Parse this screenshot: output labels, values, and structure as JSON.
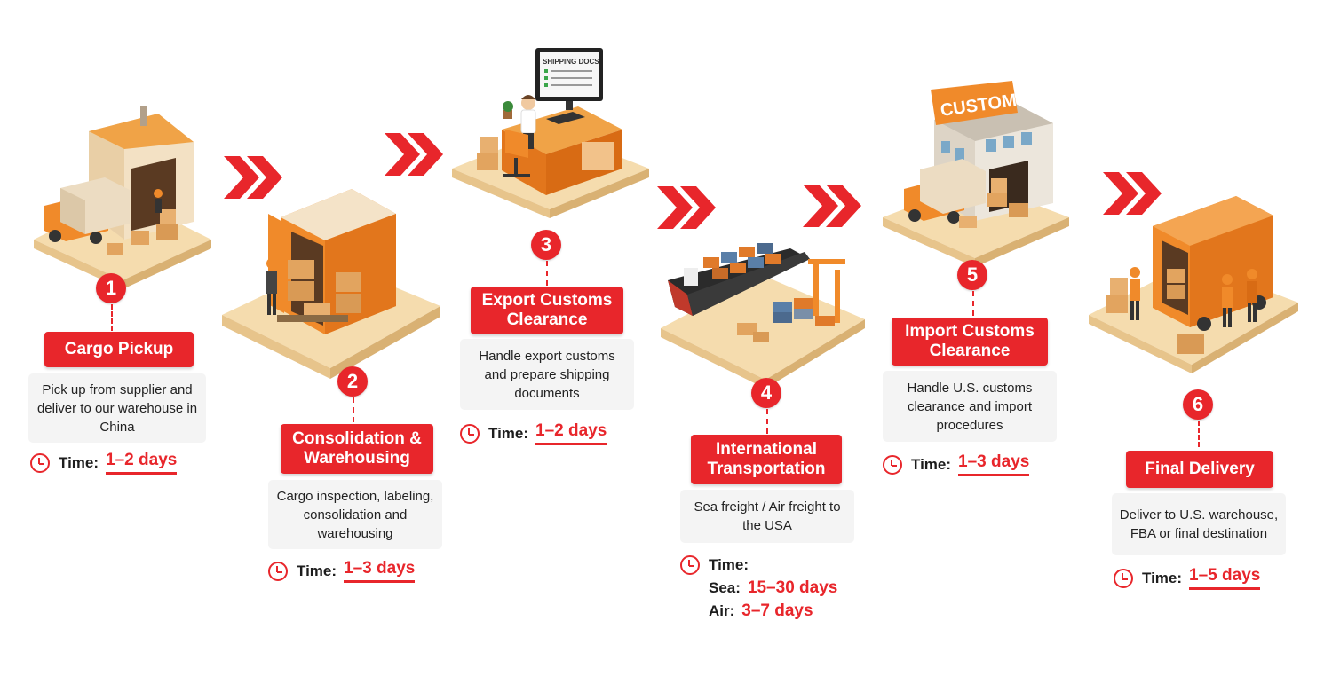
{
  "colors": {
    "accent": "#e8262b",
    "orange": "#f08a2a",
    "sand": "#f4d7a8",
    "desc_bg": "#f4f4f4"
  },
  "time_label": "Time:",
  "steps": [
    {
      "number": "1",
      "title": "Cargo Pickup",
      "description": "Pick up from supplier and deliver to our warehouse in China",
      "time": "1–2 days",
      "illustration": "truck-warehouse-icon"
    },
    {
      "number": "2",
      "title": "Consolidation & Warehousing",
      "description": "Cargo inspection, labeling, consolidation and warehousing",
      "time": "1–3 days",
      "illustration": "container-loading-icon"
    },
    {
      "number": "3",
      "title": "Export Customs Clearance",
      "description": "Handle export customs and prepare shipping documents",
      "time": "1–2 days",
      "illustration": "computer-desk-icon",
      "screen_text": "SHIPPING DOCS"
    },
    {
      "number": "4",
      "title": "International Transportation",
      "description": "Sea freight / Air freight to the USA",
      "time_lines": [
        {
          "label": "Sea:",
          "value": "15–30 days"
        },
        {
          "label": "Air:",
          "value": "3–7 days"
        }
      ],
      "illustration": "cargo-ship-icon"
    },
    {
      "number": "5",
      "title": "Import Customs Clearance",
      "description": "Handle U.S. customs clearance and import procedures",
      "time": "1–3 days",
      "illustration": "customs-building-icon",
      "sign_text": "CUSTOMS"
    },
    {
      "number": "6",
      "title": "Final Delivery",
      "description": "Deliver to U.S. warehouse, FBA or final destination",
      "time": "1–5 days",
      "illustration": "delivery-truck-icon"
    }
  ]
}
